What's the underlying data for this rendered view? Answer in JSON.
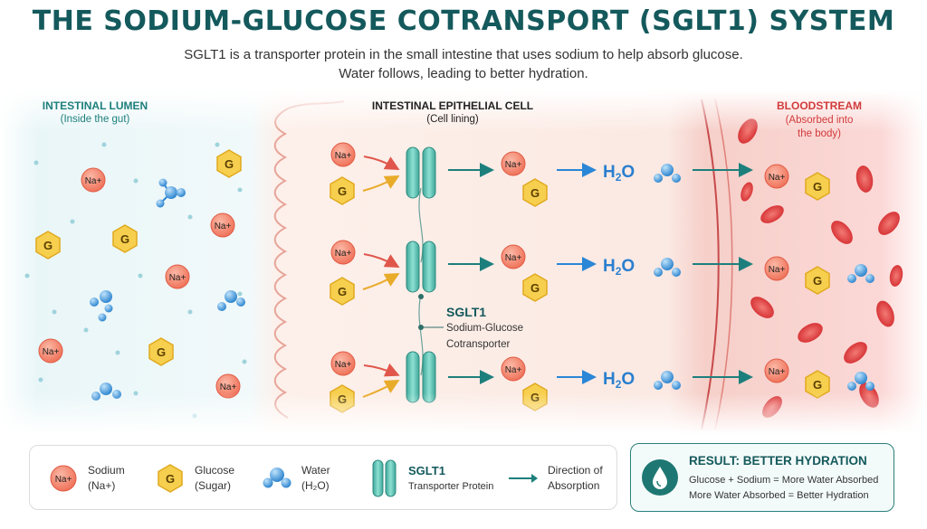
{
  "title": "THE SODIUM-GLUCOSE COTRANSPORT (SGLT1) SYSTEM",
  "subtitle_line1": "SGLT1 is a transporter protein in the small intestine that uses sodium to help absorb glucose.",
  "subtitle_line2": "Water follows, leading to better hydration.",
  "regions": {
    "lumen": {
      "title": "INTESTINAL LUMEN",
      "subtitle": "(Inside the gut)"
    },
    "cell": {
      "title": "INTESTINAL EPITHELIAL CELL",
      "subtitle": "(Cell lining)"
    },
    "blood": {
      "title": "BLOODSTREAM",
      "subtitle_line1": "(Absorbed into",
      "subtitle_line2": "the body)"
    }
  },
  "sglt_callout": {
    "title": "SGLT1",
    "line1": "Sodium-Glucose",
    "line2": "Cotransporter"
  },
  "symbols": {
    "sodium": "Na+",
    "glucose": "G",
    "water": "H2O"
  },
  "legend": {
    "sodium": {
      "name": "Sodium",
      "detail": "(Na+)"
    },
    "glucose": {
      "name": "Glucose",
      "detail": "(Sugar)"
    },
    "water": {
      "name": "Water",
      "detail": "(H₂O)"
    },
    "sglt1": {
      "name": "SGLT1",
      "detail": "Transporter Protein"
    },
    "arrow": {
      "line1": "Direction of",
      "line2": "Absorption"
    }
  },
  "result": {
    "title": "RESULT: BETTER HYDRATION",
    "line1": "Glucose + Sodium = More Water Absorbed",
    "line2": "More Water Absorbed = Better Hydration"
  },
  "colors": {
    "title": "#14595c",
    "lumen_label": "#1d7f7c",
    "blood_label": "#d13b3b",
    "sodium": "#f4826a",
    "glucose": "#f5c53b",
    "water": "#3a8fd6",
    "transporter": "#5cbfb0",
    "arrow_teal": "#1d7f7c",
    "arrow_blue": "#2a86d6"
  }
}
